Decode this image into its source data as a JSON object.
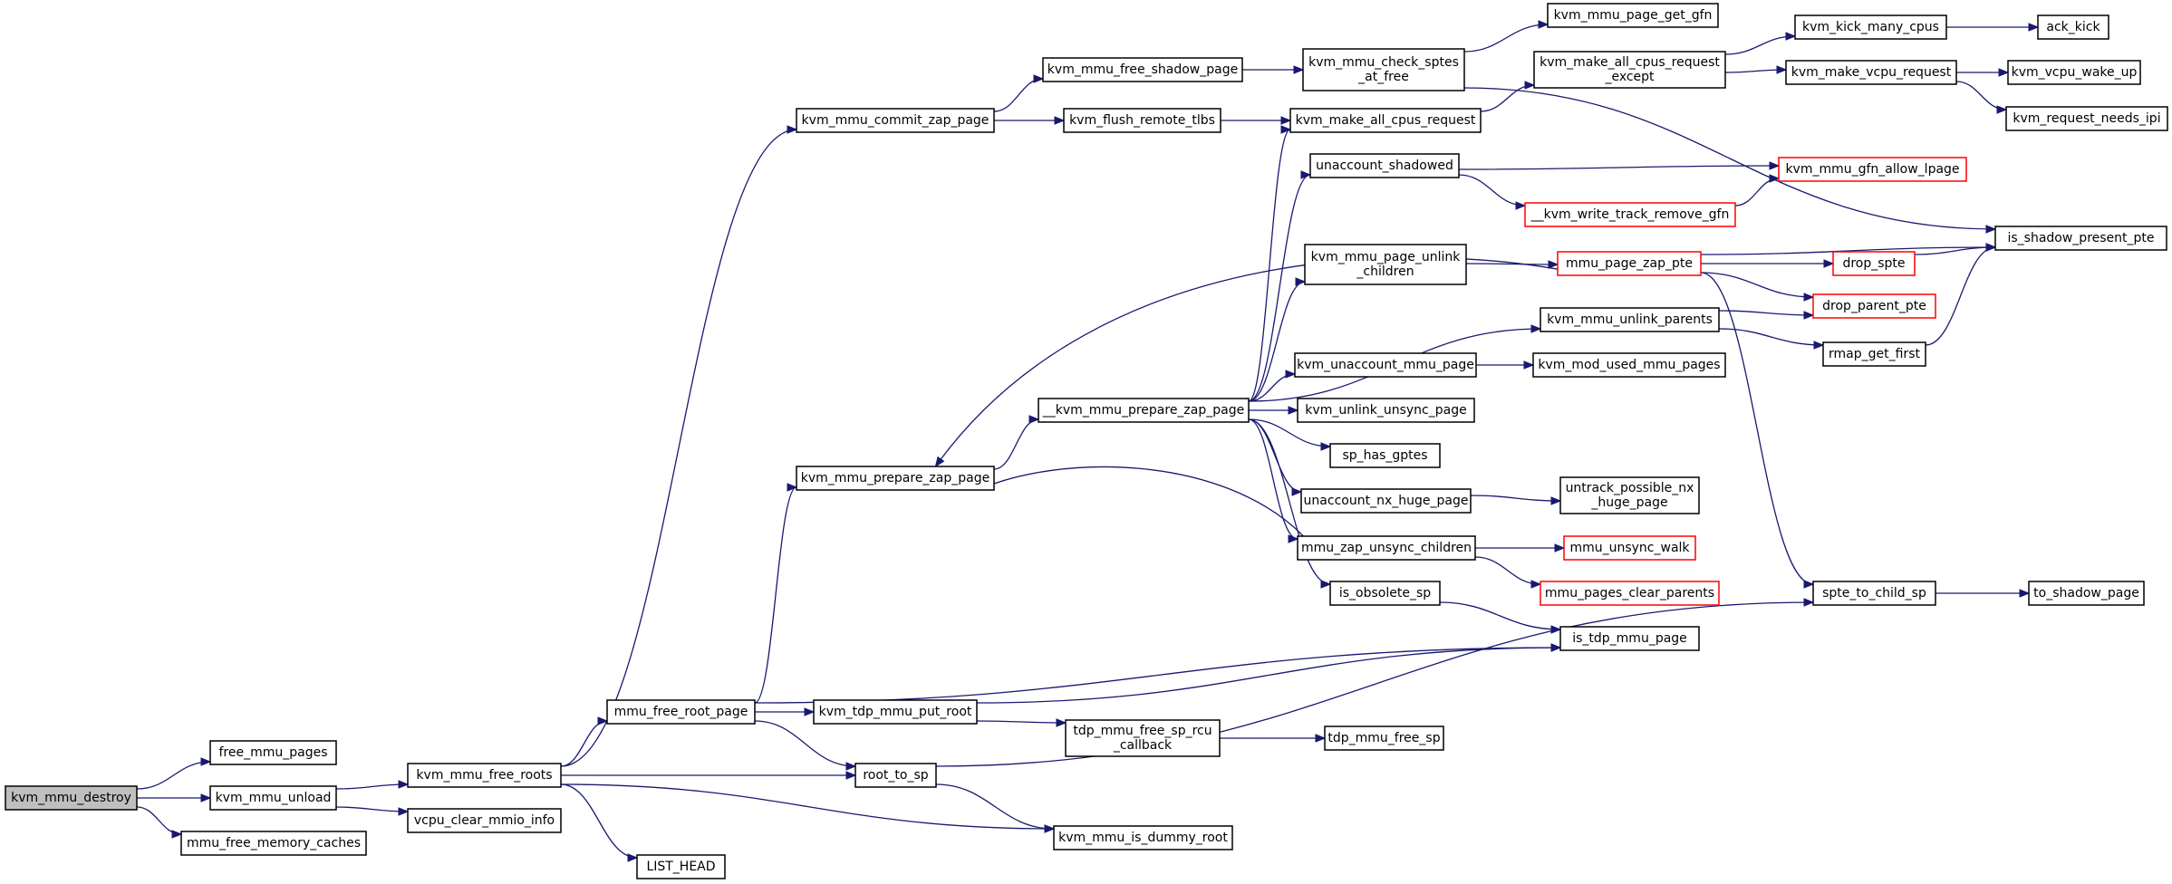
{
  "graph": {
    "type": "call-graph",
    "colors": {
      "edge": "#191970",
      "truncated_node_border": "#ff0000",
      "current_node_fill": "#bfbfbf"
    },
    "nodes": [
      {
        "id": "kvm_mmu_destroy",
        "lines": [
          "kvm_mmu_destroy"
        ],
        "current": true
      },
      {
        "id": "free_mmu_pages",
        "lines": [
          "free_mmu_pages"
        ]
      },
      {
        "id": "kvm_mmu_unload",
        "lines": [
          "kvm_mmu_unload"
        ]
      },
      {
        "id": "mmu_free_memory_caches",
        "lines": [
          "mmu_free_memory_caches"
        ]
      },
      {
        "id": "kvm_mmu_free_roots",
        "lines": [
          "kvm_mmu_free_roots"
        ]
      },
      {
        "id": "vcpu_clear_mmio_info",
        "lines": [
          "vcpu_clear_mmio_info"
        ]
      },
      {
        "id": "LIST_HEAD",
        "lines": [
          "LIST_HEAD"
        ]
      },
      {
        "id": "mmu_free_root_page",
        "lines": [
          "mmu_free_root_page"
        ]
      },
      {
        "id": "kvm_mmu_commit_zap_page",
        "lines": [
          "kvm_mmu_commit_zap_page"
        ]
      },
      {
        "id": "kvm_mmu_prepare_zap_page",
        "lines": [
          "kvm_mmu_prepare_zap_page"
        ]
      },
      {
        "id": "kvm_tdp_mmu_put_root",
        "lines": [
          "kvm_tdp_mmu_put_root"
        ]
      },
      {
        "id": "root_to_sp",
        "lines": [
          "root_to_sp"
        ]
      },
      {
        "id": "kvm_mmu_free_shadow_page",
        "lines": [
          "kvm_mmu_free_shadow_page"
        ]
      },
      {
        "id": "kvm_flush_remote_tlbs",
        "lines": [
          "kvm_flush_remote_tlbs"
        ]
      },
      {
        "id": "__kvm_mmu_prepare_zap_page",
        "lines": [
          "__kvm_mmu_prepare_zap_page"
        ]
      },
      {
        "id": "tdp_mmu_free_sp_rcu_callback",
        "lines": [
          "tdp_mmu_free_sp_rcu",
          "_callback"
        ]
      },
      {
        "id": "kvm_mmu_is_dummy_root",
        "lines": [
          "kvm_mmu_is_dummy_root"
        ]
      },
      {
        "id": "kvm_mmu_check_sptes_at_free",
        "lines": [
          "kvm_mmu_check_sptes",
          "_at_free"
        ]
      },
      {
        "id": "kvm_make_all_cpus_request",
        "lines": [
          "kvm_make_all_cpus_request"
        ]
      },
      {
        "id": "unaccount_shadowed",
        "lines": [
          "unaccount_shadowed"
        ]
      },
      {
        "id": "kvm_mmu_page_unlink_children",
        "lines": [
          "kvm_mmu_page_unlink",
          "_children"
        ]
      },
      {
        "id": "kvm_unaccount_mmu_page",
        "lines": [
          "kvm_unaccount_mmu_page"
        ]
      },
      {
        "id": "kvm_unlink_unsync_page",
        "lines": [
          "kvm_unlink_unsync_page"
        ]
      },
      {
        "id": "sp_has_gptes",
        "lines": [
          "sp_has_gptes"
        ]
      },
      {
        "id": "unaccount_nx_huge_page",
        "lines": [
          "unaccount_nx_huge_page"
        ]
      },
      {
        "id": "mmu_zap_unsync_children",
        "lines": [
          "mmu_zap_unsync_children"
        ]
      },
      {
        "id": "is_obsolete_sp",
        "lines": [
          "is_obsolete_sp"
        ]
      },
      {
        "id": "tdp_mmu_free_sp",
        "lines": [
          "tdp_mmu_free_sp"
        ]
      },
      {
        "id": "kvm_mmu_page_get_gfn",
        "lines": [
          "kvm_mmu_page_get_gfn"
        ]
      },
      {
        "id": "kvm_make_all_cpus_request_except",
        "lines": [
          "kvm_make_all_cpus_request",
          "_except"
        ]
      },
      {
        "id": "__kvm_write_track_remove_gfn",
        "lines": [
          "__kvm_write_track_remove_gfn"
        ],
        "truncated": true
      },
      {
        "id": "mmu_page_zap_pte",
        "lines": [
          "mmu_page_zap_pte"
        ],
        "truncated": true
      },
      {
        "id": "kvm_mmu_unlink_parents",
        "lines": [
          "kvm_mmu_unlink_parents"
        ]
      },
      {
        "id": "kvm_mod_used_mmu_pages",
        "lines": [
          "kvm_mod_used_mmu_pages"
        ]
      },
      {
        "id": "untrack_possible_nx_huge_page",
        "lines": [
          "untrack_possible_nx",
          "_huge_page"
        ]
      },
      {
        "id": "mmu_unsync_walk",
        "lines": [
          "mmu_unsync_walk"
        ],
        "truncated": true
      },
      {
        "id": "mmu_pages_clear_parents",
        "lines": [
          "mmu_pages_clear_parents"
        ],
        "truncated": true
      },
      {
        "id": "is_tdp_mmu_page",
        "lines": [
          "is_tdp_mmu_page"
        ]
      },
      {
        "id": "kvm_kick_many_cpus",
        "lines": [
          "kvm_kick_many_cpus"
        ]
      },
      {
        "id": "kvm_make_vcpu_request",
        "lines": [
          "kvm_make_vcpu_request"
        ]
      },
      {
        "id": "kvm_mmu_gfn_allow_lpage",
        "lines": [
          "kvm_mmu_gfn_allow_lpage"
        ],
        "truncated": true
      },
      {
        "id": "drop_spte",
        "lines": [
          "drop_spte"
        ],
        "truncated": true
      },
      {
        "id": "drop_parent_pte",
        "lines": [
          "drop_parent_pte"
        ],
        "truncated": true
      },
      {
        "id": "rmap_get_first",
        "lines": [
          "rmap_get_first"
        ]
      },
      {
        "id": "spte_to_child_sp",
        "lines": [
          "spte_to_child_sp"
        ]
      },
      {
        "id": "ack_kick",
        "lines": [
          "ack_kick"
        ]
      },
      {
        "id": "kvm_vcpu_wake_up",
        "lines": [
          "kvm_vcpu_wake_up"
        ]
      },
      {
        "id": "kvm_request_needs_ipi",
        "lines": [
          "kvm_request_needs_ipi"
        ]
      },
      {
        "id": "is_shadow_present_pte",
        "lines": [
          "is_shadow_present_pte"
        ]
      },
      {
        "id": "to_shadow_page",
        "lines": [
          "to_shadow_page"
        ]
      }
    ],
    "edges": [
      [
        "kvm_mmu_destroy",
        "free_mmu_pages"
      ],
      [
        "kvm_mmu_destroy",
        "kvm_mmu_unload"
      ],
      [
        "kvm_mmu_destroy",
        "mmu_free_memory_caches"
      ],
      [
        "kvm_mmu_unload",
        "kvm_mmu_free_roots"
      ],
      [
        "kvm_mmu_unload",
        "vcpu_clear_mmio_info"
      ],
      [
        "kvm_mmu_free_roots",
        "kvm_mmu_commit_zap_page"
      ],
      [
        "kvm_mmu_free_roots",
        "mmu_free_root_page"
      ],
      [
        "kvm_mmu_free_roots",
        "root_to_sp"
      ],
      [
        "kvm_mmu_free_roots",
        "kvm_mmu_is_dummy_root"
      ],
      [
        "kvm_mmu_free_roots",
        "LIST_HEAD"
      ],
      [
        "mmu_free_root_page",
        "kvm_mmu_prepare_zap_page"
      ],
      [
        "mmu_free_root_page",
        "kvm_tdp_mmu_put_root"
      ],
      [
        "mmu_free_root_page",
        "root_to_sp"
      ],
      [
        "mmu_free_root_page",
        "is_tdp_mmu_page"
      ],
      [
        "kvm_mmu_commit_zap_page",
        "kvm_mmu_free_shadow_page"
      ],
      [
        "kvm_mmu_commit_zap_page",
        "kvm_flush_remote_tlbs"
      ],
      [
        "kvm_mmu_prepare_zap_page",
        "__kvm_mmu_prepare_zap_page"
      ],
      [
        "kvm_tdp_mmu_put_root",
        "is_tdp_mmu_page"
      ],
      [
        "kvm_tdp_mmu_put_root",
        "tdp_mmu_free_sp_rcu_callback"
      ],
      [
        "root_to_sp",
        "kvm_mmu_is_dummy_root"
      ],
      [
        "root_to_sp",
        "spte_to_child_sp"
      ],
      [
        "kvm_mmu_free_shadow_page",
        "kvm_mmu_check_sptes_at_free"
      ],
      [
        "kvm_flush_remote_tlbs",
        "kvm_make_all_cpus_request"
      ],
      [
        "__kvm_mmu_prepare_zap_page",
        "kvm_make_all_cpus_request"
      ],
      [
        "__kvm_mmu_prepare_zap_page",
        "unaccount_shadowed"
      ],
      [
        "__kvm_mmu_prepare_zap_page",
        "kvm_mmu_page_unlink_children"
      ],
      [
        "__kvm_mmu_prepare_zap_page",
        "kvm_mmu_unlink_parents"
      ],
      [
        "__kvm_mmu_prepare_zap_page",
        "kvm_unaccount_mmu_page"
      ],
      [
        "__kvm_mmu_prepare_zap_page",
        "kvm_unlink_unsync_page"
      ],
      [
        "__kvm_mmu_prepare_zap_page",
        "sp_has_gptes"
      ],
      [
        "__kvm_mmu_prepare_zap_page",
        "unaccount_nx_huge_page"
      ],
      [
        "__kvm_mmu_prepare_zap_page",
        "mmu_zap_unsync_children"
      ],
      [
        "__kvm_mmu_prepare_zap_page",
        "is_obsolete_sp"
      ],
      [
        "tdp_mmu_free_sp_rcu_callback",
        "tdp_mmu_free_sp"
      ],
      [
        "kvm_mmu_check_sptes_at_free",
        "kvm_mmu_page_get_gfn"
      ],
      [
        "kvm_mmu_check_sptes_at_free",
        "is_shadow_present_pte"
      ],
      [
        "kvm_make_all_cpus_request",
        "kvm_make_all_cpus_request_except"
      ],
      [
        "unaccount_shadowed",
        "kvm_mmu_gfn_allow_lpage"
      ],
      [
        "unaccount_shadowed",
        "__kvm_write_track_remove_gfn"
      ],
      [
        "__kvm_write_track_remove_gfn",
        "kvm_mmu_gfn_allow_lpage"
      ],
      [
        "kvm_mmu_page_unlink_children",
        "mmu_page_zap_pte"
      ],
      [
        "mmu_page_zap_pte",
        "kvm_mmu_prepare_zap_page"
      ],
      [
        "mmu_page_zap_pte",
        "is_shadow_present_pte"
      ],
      [
        "mmu_page_zap_pte",
        "drop_spte"
      ],
      [
        "mmu_page_zap_pte",
        "drop_parent_pte"
      ],
      [
        "mmu_page_zap_pte",
        "spte_to_child_sp"
      ],
      [
        "kvm_mmu_unlink_parents",
        "drop_parent_pte"
      ],
      [
        "kvm_mmu_unlink_parents",
        "rmap_get_first"
      ],
      [
        "rmap_get_first",
        "is_shadow_present_pte"
      ],
      [
        "drop_spte",
        "is_shadow_present_pte"
      ],
      [
        "kvm_unaccount_mmu_page",
        "kvm_mod_used_mmu_pages"
      ],
      [
        "unaccount_nx_huge_page",
        "untrack_possible_nx_huge_page"
      ],
      [
        "mmu_zap_unsync_children",
        "kvm_mmu_prepare_zap_page"
      ],
      [
        "mmu_zap_unsync_children",
        "mmu_unsync_walk"
      ],
      [
        "mmu_zap_unsync_children",
        "mmu_pages_clear_parents"
      ],
      [
        "is_obsolete_sp",
        "is_tdp_mmu_page"
      ],
      [
        "kvm_make_all_cpus_request_except",
        "kvm_kick_many_cpus"
      ],
      [
        "kvm_make_all_cpus_request_except",
        "kvm_make_vcpu_request"
      ],
      [
        "kvm_kick_many_cpus",
        "ack_kick"
      ],
      [
        "kvm_make_vcpu_request",
        "kvm_vcpu_wake_up"
      ],
      [
        "kvm_make_vcpu_request",
        "kvm_request_needs_ipi"
      ],
      [
        "spte_to_child_sp",
        "to_shadow_page"
      ]
    ]
  }
}
